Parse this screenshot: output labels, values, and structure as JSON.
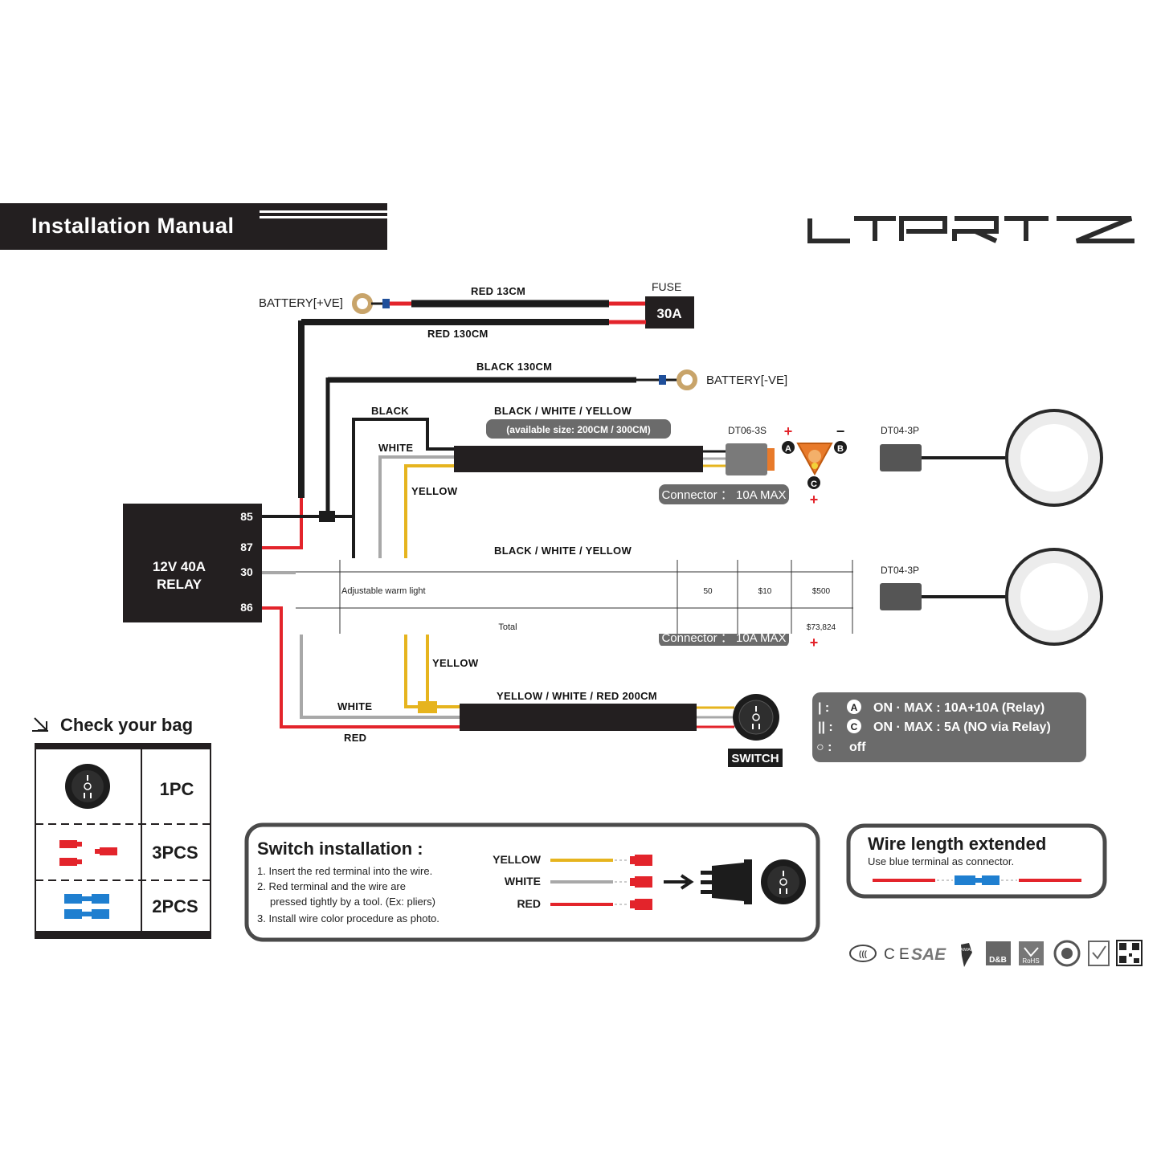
{
  "header": {
    "title": "Installation Manual",
    "brand": "LTPRTZ"
  },
  "battery_pos": {
    "label": "BATTERY[+VE]"
  },
  "battery_neg": {
    "label": "BATTERY[-VE]"
  },
  "fuse": {
    "title": "FUSE",
    "value": "30A"
  },
  "wires": {
    "red13": "RED 13CM",
    "red130": "RED 130CM",
    "black130": "BLACK 130CM",
    "black": "BLACK",
    "white": "WHITE",
    "yellow": "YELLOW",
    "bwy": "BLACK / WHITE / YELLOW",
    "available": "(available size: 200CM / 300CM)",
    "bwy2": "BLACK / WHITE / YELLOW",
    "yellow2": "YELLOW",
    "white2": "WHITE",
    "red2": "RED",
    "ywr": "YELLOW / WHITE / RED 200CM"
  },
  "relay": {
    "line1": "12V 40A",
    "line2": "RELAY",
    "pins": [
      "85",
      "87",
      "30",
      "86"
    ]
  },
  "connectors": {
    "dt06": "DT06-3S",
    "dt04a": "DT04-3P",
    "dt04b": "DT04-3P",
    "badge1": "Connector ： 10A MAX",
    "badge2": "Connector ： 10A MAX",
    "plus": "+",
    "minus": "−",
    "pin_a": "A",
    "pin_b": "B",
    "pin_c": "C"
  },
  "overlay_table": {
    "row1": [
      "Adjustable warm light",
      "50",
      "$10",
      "$500"
    ],
    "row2": [
      "Total",
      "$73,824"
    ]
  },
  "switch": {
    "label": "SWITCH"
  },
  "modes": {
    "line1": {
      "sym": "| :",
      "pin": "A",
      "text": "ON · MAX : 10A+10A (Relay)"
    },
    "line2": {
      "sym": "|| :",
      "pin": "C",
      "text": "ON · MAX : 5A (NO via Relay)"
    },
    "line3": {
      "sym": "○ :",
      "text": "off"
    }
  },
  "bag": {
    "title": "Check your bag",
    "items": [
      {
        "qty": "1PC"
      },
      {
        "qty": "3PCS"
      },
      {
        "qty": "2PCS"
      }
    ]
  },
  "switch_install": {
    "title": "Switch installation :",
    "steps": [
      "1. Insert the red terminal into the wire.",
      "2. Red terminal and the wire are",
      "pressed tightly by a tool. (Ex: pliers)",
      "3. Install wire color procedure as photo."
    ],
    "wire_labels": [
      "YELLOW",
      "WHITE",
      "RED"
    ]
  },
  "extend": {
    "title": "Wire length extended",
    "sub": "Use blue terminal as connector."
  },
  "cert": {
    "ce": "C E",
    "sae": "SAE",
    "taiwan": "TAIWAN",
    "db": "D&B",
    "rohs": "RoHS"
  },
  "colors": {
    "black": "#1c1c1c",
    "red": "#e3242b",
    "yellow": "#e6b41e",
    "white_wire": "#a8a8a8",
    "blue": "#1f7fd0",
    "orange": "#e87a2a",
    "gray_badge": "#6b6b6b"
  }
}
